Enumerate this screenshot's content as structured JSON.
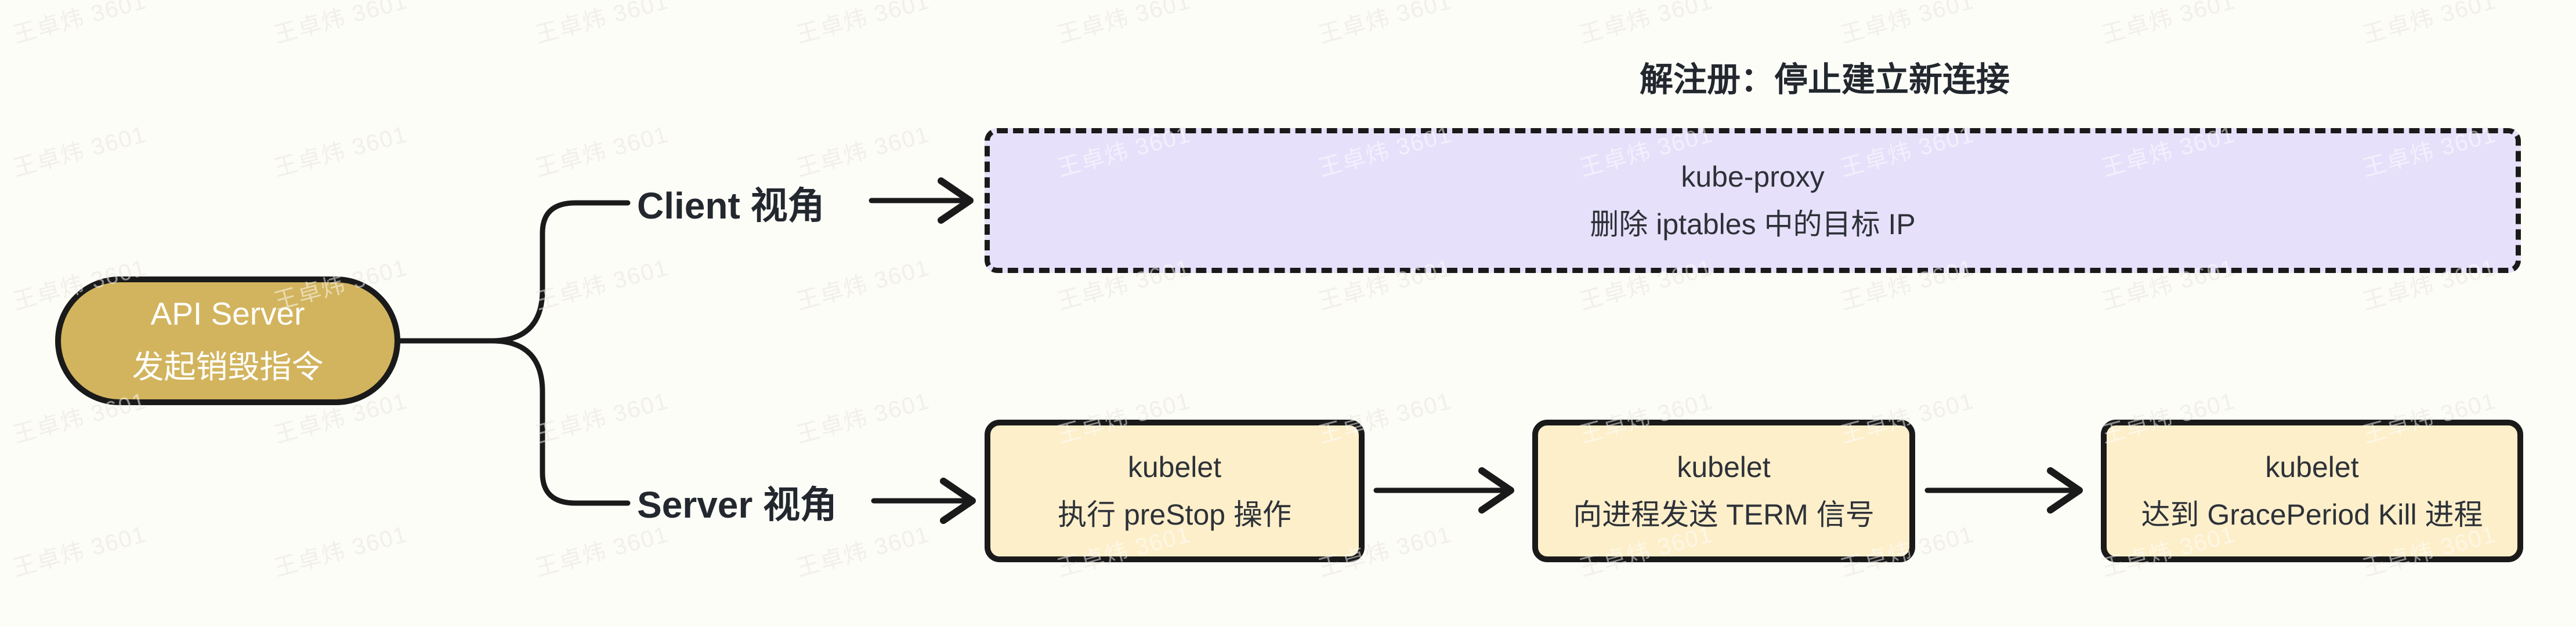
{
  "watermark": {
    "text": "王卓炜 3601"
  },
  "root_node": {
    "line1": "API Server",
    "line2": "发起销毁指令"
  },
  "branches": [
    {
      "label": "Client 视角"
    },
    {
      "label": "Server 视角"
    }
  ],
  "client_flow": {
    "annotation": "解注册：停止建立新连接",
    "node": {
      "line1": "kube-proxy",
      "line2": "删除 iptables 中的目标 IP"
    }
  },
  "server_flow": {
    "nodes": [
      {
        "line1": "kubelet",
        "line2": "执行 preStop 操作"
      },
      {
        "line1": "kubelet",
        "line2": "向进程发送 TERM 信号"
      },
      {
        "line1": "kubelet",
        "line2": "达到 GracePeriod Kill 进程"
      }
    ]
  },
  "colors": {
    "background": "#fdfdf8",
    "node_gold": "#d2b45e",
    "node_purple": "#e7e0fa",
    "node_cream": "#fcefca",
    "line": "#1a1a1a",
    "text_heading": "#23272e",
    "text_body": "#2d3138",
    "text_on_gold": "#ffffff",
    "watermark_under": "rgba(197,188,164,0.45)",
    "watermark_over": "rgba(255,255,255,0.5)"
  }
}
